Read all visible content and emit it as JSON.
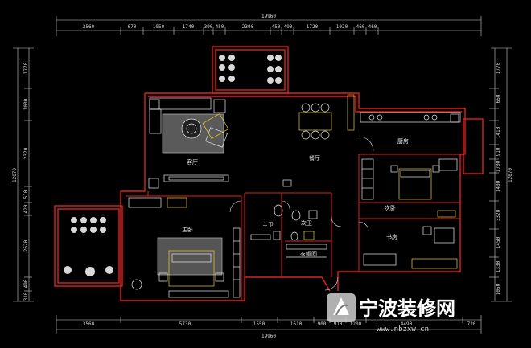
{
  "top_dims_outer": {
    "total": "19960"
  },
  "top_dims": [
    "3560",
    "670",
    "1050",
    "1740",
    "390",
    "450",
    "2300",
    "450",
    "490",
    "1720",
    "1020",
    "460",
    "460"
  ],
  "bottom_dims": [
    "3560",
    "5730",
    "1550",
    "1610",
    "900",
    "910",
    "1200",
    "4490",
    "720"
  ],
  "bottom_total": "19960",
  "left_dims": [
    "1770",
    "1000",
    "2320",
    "510",
    "420",
    "2620",
    "490",
    "310"
  ],
  "left_total": "12070",
  "right_dims": [
    "1770",
    "650",
    "1410",
    "910",
    "1700",
    "1400",
    "3320",
    "1450",
    "1330",
    "1050"
  ],
  "right_total": "12070",
  "rooms": {
    "living": "客厅",
    "dining": "餐厅",
    "kitchen": "厨房",
    "master_bedroom": "主卧",
    "second_bedroom": "次卧",
    "study": "书房",
    "master_bath": "主卫",
    "second_bath": "次卫",
    "cloakroom": "衣帽间"
  },
  "watermark": {
    "name": "宁波装修网",
    "url": "www.nbzxw.cn"
  },
  "colors": {
    "wall": "#e02020",
    "dim": "#d8d8d8",
    "furniture": "#e8e8e8",
    "accent": "#f0d020",
    "floor": "#5a5a5a"
  }
}
